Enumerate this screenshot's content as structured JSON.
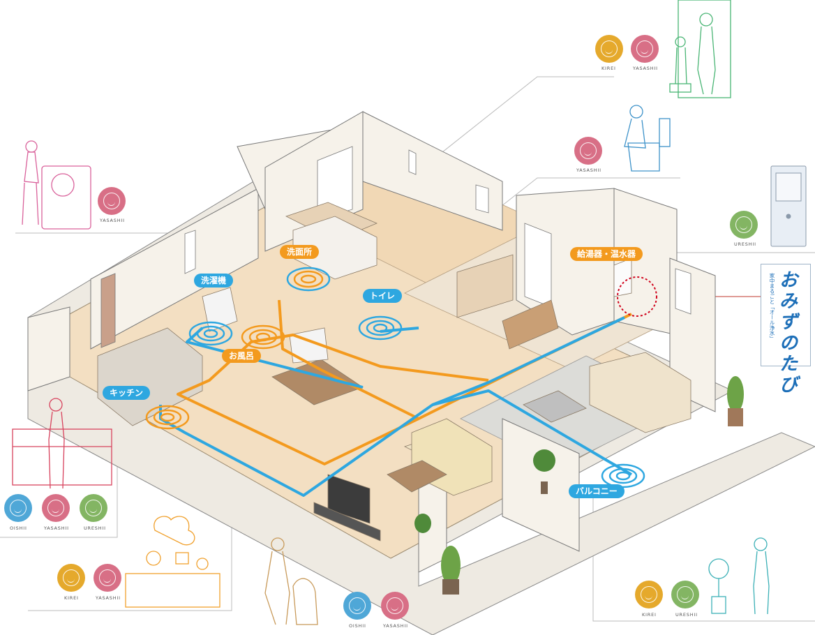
{
  "logo": {
    "title": "おみずのたび",
    "subtitle": "家中まるごと「オール浄水」"
  },
  "room_labels": {
    "senmenjo": "洗面所",
    "sentakuki": "洗濯機",
    "toire": "トイレ",
    "ofuro": "お風呂",
    "kitchen": "キッチン",
    "kyutoki": "給湯器・温水器",
    "balcony": "バルコニー"
  },
  "badge_labels": {
    "kirei": "KIREI",
    "yasashii": "YASASHII",
    "ureshii": "URESHII",
    "oishii": "OISHII"
  },
  "colors": {
    "hot_line": "#f39a1e",
    "cold_line": "#2ea7e0",
    "kirei": "#e5a92c",
    "yasashii": "#d86f86",
    "ureshii": "#83b563",
    "oishii": "#4fa7d7",
    "floor": "#f3dfc2",
    "wall": "#f6f2ea"
  },
  "icons": [
    "kirei-face-icon",
    "yasashii-face-icon",
    "ureshii-face-icon",
    "oishii-face-icon",
    "water-ripple-icon",
    "water-heater-icon",
    "tree-icon"
  ]
}
